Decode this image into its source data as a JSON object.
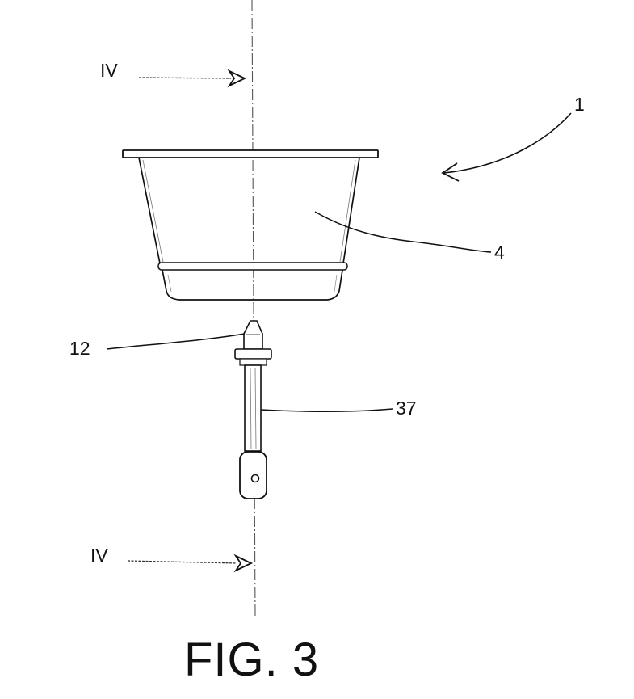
{
  "figure": {
    "caption": "FIG. 3",
    "section_labels": {
      "top": "IV",
      "bottom": "IV"
    },
    "reference_numerals": {
      "assembly": "1",
      "container": "4",
      "tip": "12",
      "stem": "37"
    }
  },
  "colors": {
    "ink": "#111111",
    "paper": "#ffffff",
    "faint": "#9a9a9a"
  }
}
